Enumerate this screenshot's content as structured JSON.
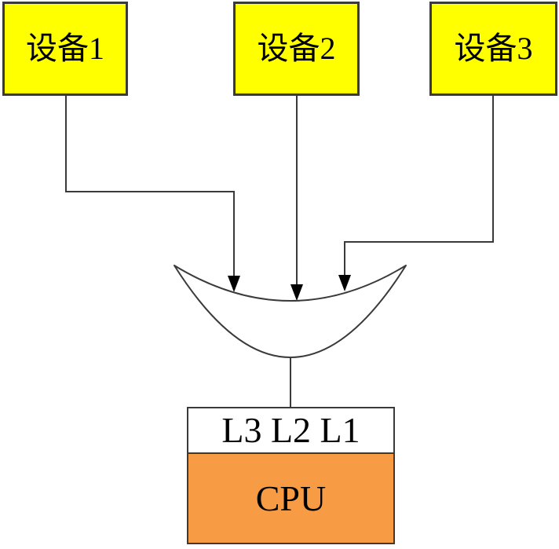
{
  "diagram": {
    "devices": [
      {
        "label": "设备1"
      },
      {
        "label": "设备2"
      },
      {
        "label": "设备3"
      }
    ],
    "funnel": {
      "icon": "crescent-funnel-icon"
    },
    "cache_box": {
      "label": "L3 L2 L1"
    },
    "cpu_box": {
      "label": "CPU"
    },
    "colors": {
      "device_fill": "#FFFF00",
      "cache_fill": "#FFFFFF",
      "cpu_fill": "#F79B45",
      "border": "#3A3A3A",
      "line": "#3A3A3A",
      "arrowhead": "#000000",
      "text": "#000000",
      "background": "#FFFFFF"
    }
  }
}
